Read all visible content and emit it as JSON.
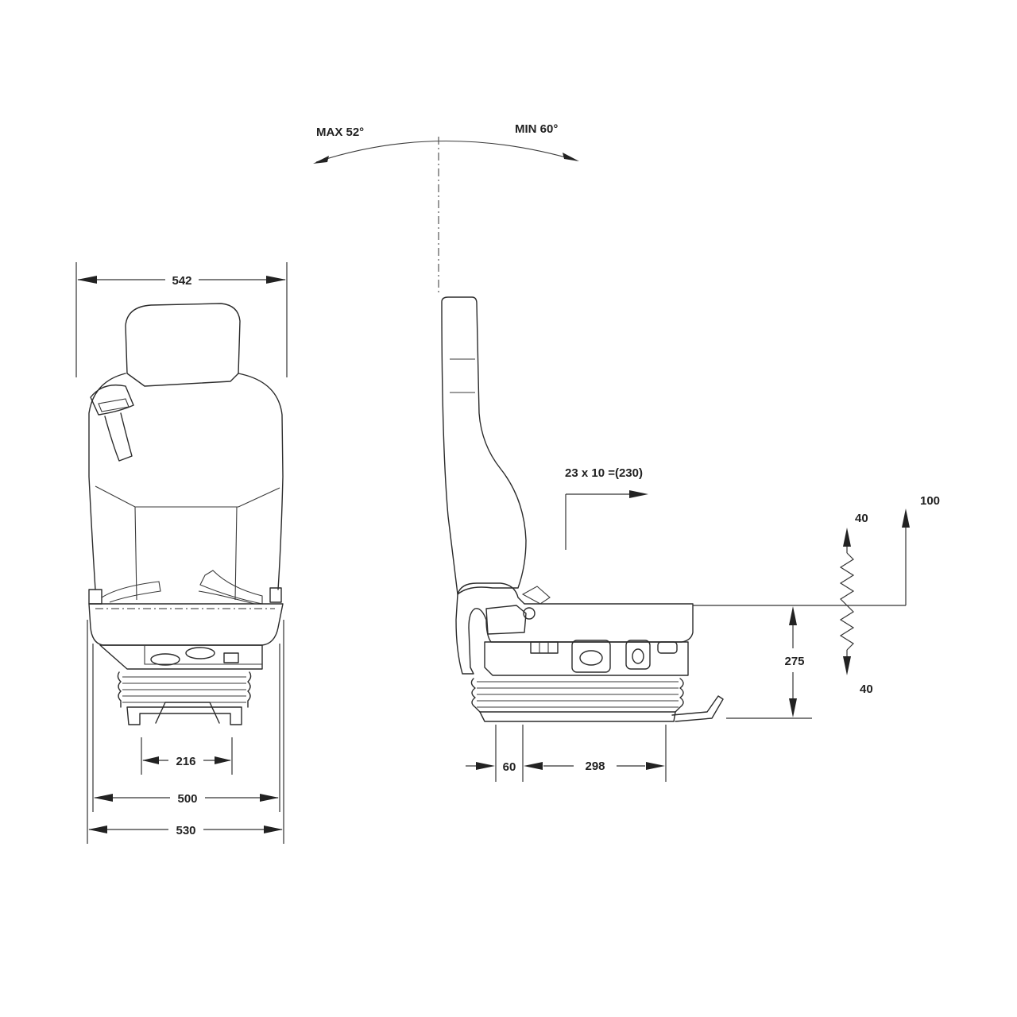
{
  "recline": {
    "max_label": "MAX 52°",
    "min_label": "MIN 60°"
  },
  "front_view": {
    "overall_width": "542",
    "base_width_mounting": "216",
    "base_width_inner": "500",
    "base_width_outer": "530"
  },
  "side_view": {
    "fore_aft_adjust": "23 x 10 =(230)",
    "seat_height": "275",
    "front_offset": "60",
    "rail_length": "298",
    "vertical_travel": "100",
    "suspension_up": "40",
    "suspension_down": "40"
  }
}
